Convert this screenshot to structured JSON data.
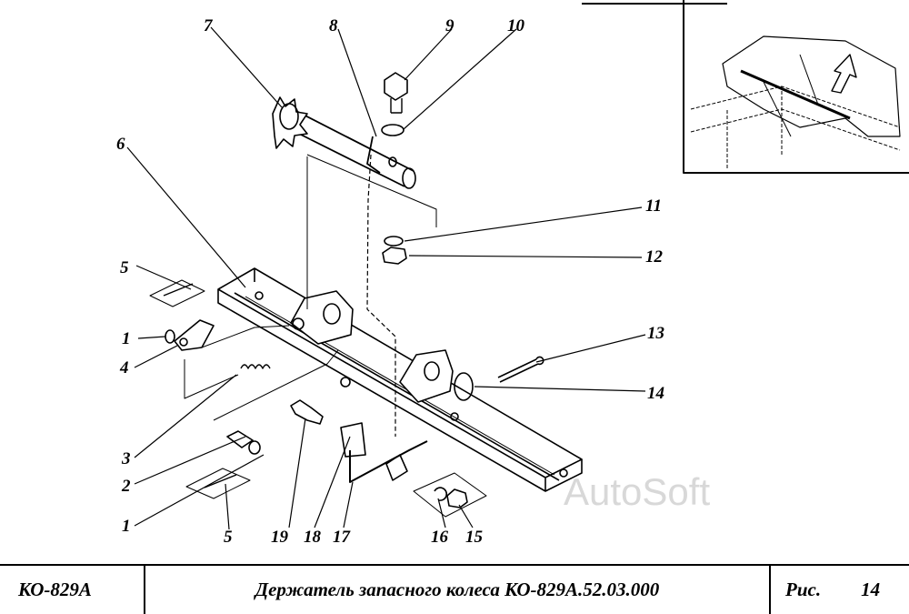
{
  "drawing": {
    "callouts": [
      {
        "id": "7",
        "label": "7"
      },
      {
        "id": "8",
        "label": "8"
      },
      {
        "id": "9",
        "label": "9"
      },
      {
        "id": "10",
        "label": "10"
      },
      {
        "id": "6",
        "label": "6"
      },
      {
        "id": "11",
        "label": "11"
      },
      {
        "id": "12",
        "label": "12"
      },
      {
        "id": "5a",
        "label": "5"
      },
      {
        "id": "1a",
        "label": "1"
      },
      {
        "id": "4",
        "label": "4"
      },
      {
        "id": "13",
        "label": "13"
      },
      {
        "id": "14",
        "label": "14"
      },
      {
        "id": "3",
        "label": "3"
      },
      {
        "id": "2",
        "label": "2"
      },
      {
        "id": "1b",
        "label": "1"
      },
      {
        "id": "5b",
        "label": "5"
      },
      {
        "id": "19",
        "label": "19"
      },
      {
        "id": "18",
        "label": "18"
      },
      {
        "id": "17",
        "label": "17"
      },
      {
        "id": "16",
        "label": "16"
      },
      {
        "id": "15",
        "label": "15"
      }
    ],
    "watermark": "AutoSoft"
  },
  "footer": {
    "model": "КО-829А",
    "title": "Держатель запасного колеса КО-829А.52.03.000",
    "fig_label": "Рис.",
    "fig_number": "14"
  }
}
